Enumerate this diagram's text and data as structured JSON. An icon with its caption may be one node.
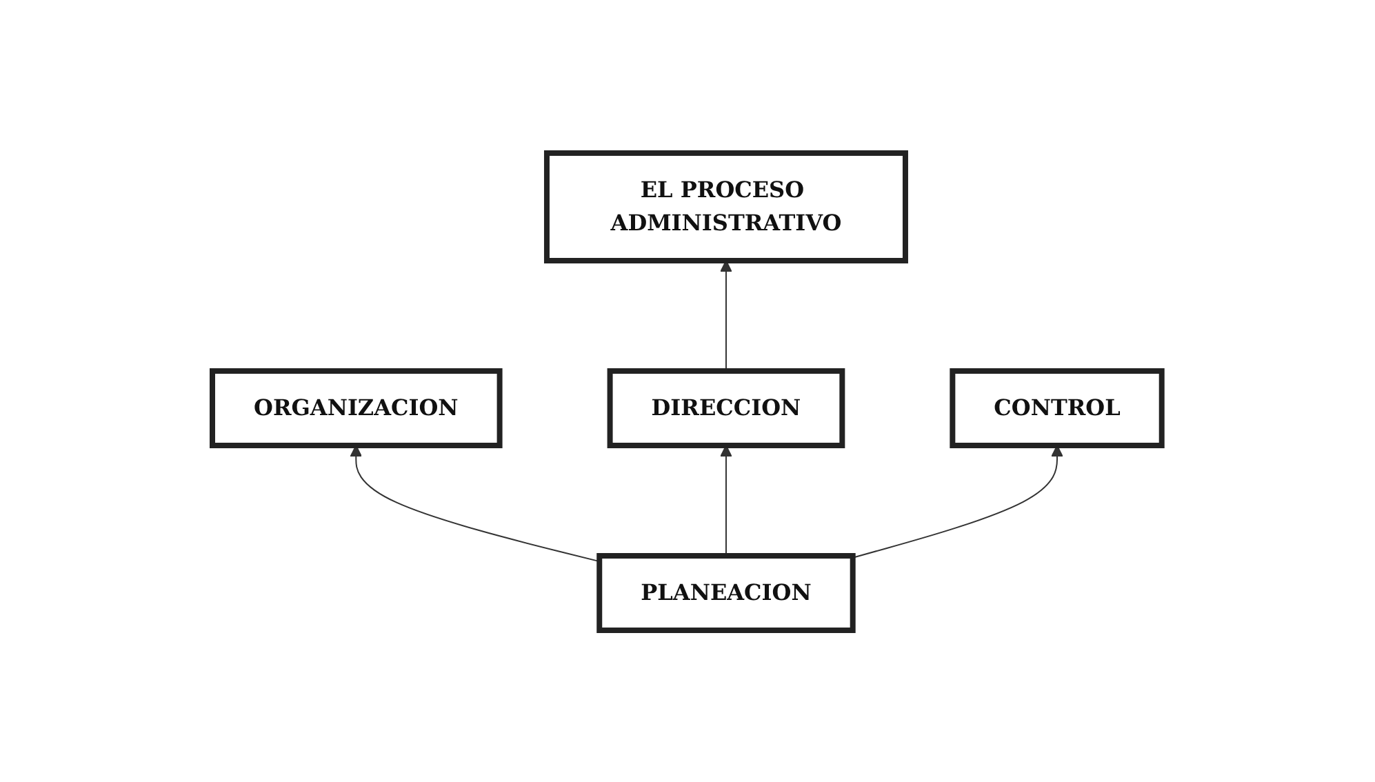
{
  "diagram": {
    "nodes": [
      {
        "text": [
          "EL PROCESO ADMINISTRATIVO"
        ]
      },
      {
        "text": [
          "ORGANIZACION"
        ]
      },
      {
        "text": [
          "DIRECCION"
        ]
      },
      {
        "text": [
          "CONTROL"
        ]
      },
      {
        "text": [
          "PLANEACION"
        ]
      }
    ],
    "edges": [
      {
        "from": 4,
        "to": 1,
        "arrow": "to"
      },
      {
        "from": 4,
        "to": 2,
        "arrow": "to"
      },
      {
        "from": 4,
        "to": 3,
        "arrow": "to"
      },
      {
        "from": 2,
        "to": 0,
        "arrow": "to"
      }
    ]
  }
}
